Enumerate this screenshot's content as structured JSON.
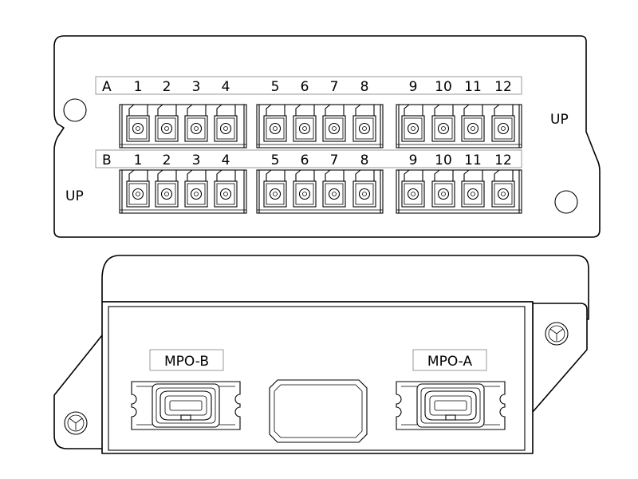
{
  "row_a": {
    "letter": "A",
    "ports": [
      "1",
      "2",
      "3",
      "4",
      "5",
      "6",
      "7",
      "8",
      "9",
      "10",
      "11",
      "12"
    ]
  },
  "row_b": {
    "letter": "B",
    "ports": [
      "1",
      "2",
      "3",
      "4",
      "5",
      "6",
      "7",
      "8",
      "9",
      "10",
      "11",
      "12"
    ]
  },
  "up_label": "UP",
  "mpo_b_label": "MPO-B",
  "mpo_a_label": "MPO-A",
  "line_color": "#000000",
  "label_box_color": "#9a9a9a"
}
